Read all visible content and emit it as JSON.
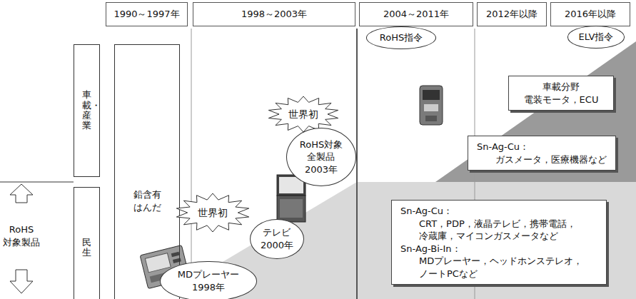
{
  "diagram": {
    "nodes": [
      {
        "text": [
          "1990～1997年"
        ]
      },
      {
        "text": [
          "1998～2003年"
        ]
      },
      {
        "text": [
          "2004～2011年"
        ]
      },
      {
        "text": [
          "2012年以降"
        ]
      },
      {
        "text": [
          "2016年以降"
        ]
      },
      {
        "text": [
          "車載・産業"
        ]
      },
      {
        "text": [
          "民生"
        ]
      },
      {
        "text": [
          "鉛含有 はんだ"
        ]
      },
      {
        "text": [
          "RoHS指令"
        ]
      },
      {
        "text": [
          "ELV指令"
        ]
      },
      {
        "text": [
          "車載分野 電装モータ，ECU"
        ]
      },
      {
        "text": [
          "世界初"
        ]
      },
      {
        "text": [
          "Sn-Ag-Cu：",
          "ガスメータ，医療機器など"
        ]
      },
      {
        "text": [
          "RoHS対象 全製品 2003年"
        ]
      },
      {
        "text": [
          "世界初"
        ]
      },
      {
        "text": [
          "テレビ 2000年"
        ]
      },
      {
        "text": [
          "Sn-Ag-Cu：",
          "CRT，PDP，液晶テレビ，携帯電話， 冷蔵庫，マイコンガスメータなど",
          "Sn-Ag-Bi-In：",
          "MDプレーヤー，ヘッドホンステレオ， ノートPCなど"
        ]
      },
      {
        "text": [
          "MDプレーヤー 1998年"
        ]
      }
    ],
    "labels": [
      "RoHS 対象製品"
    ]
  }
}
